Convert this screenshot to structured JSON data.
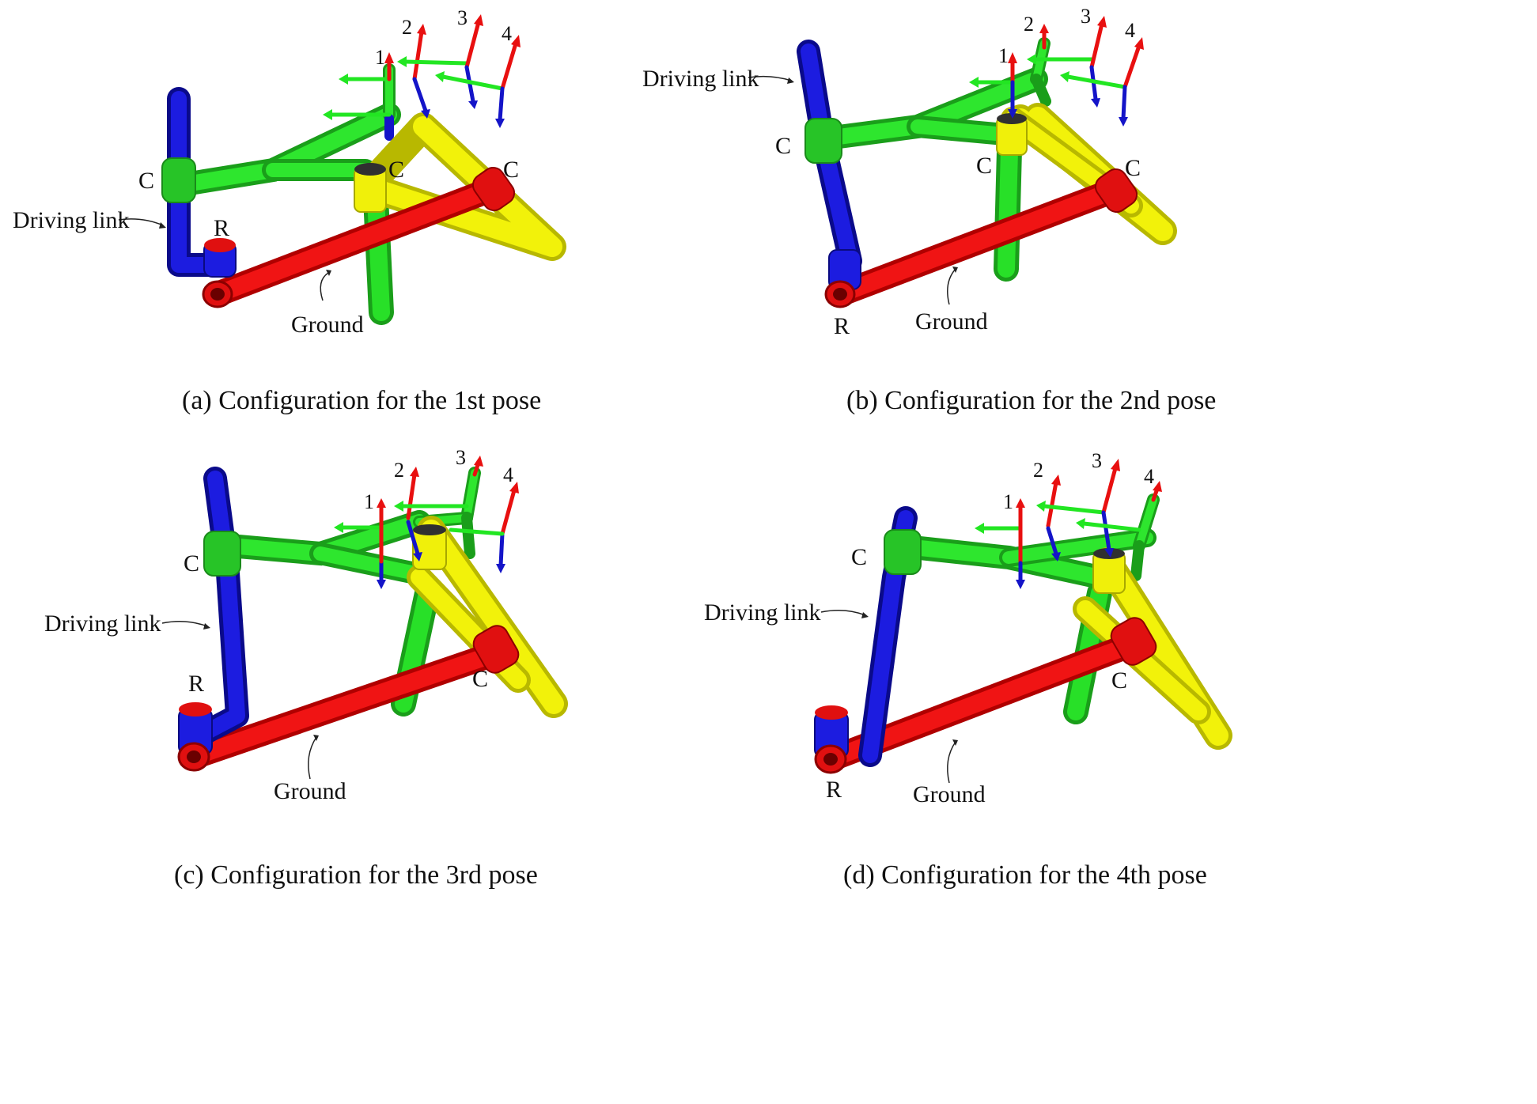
{
  "figure": {
    "panels": [
      {
        "caption": "(a) Configuration for the 1st pose",
        "driving_label": "Driving link",
        "ground_label": "Ground",
        "joint_r": "R",
        "joint_c1": "C",
        "joint_c2": "C",
        "joint_c3": "C",
        "frames": [
          "1",
          "2",
          "3",
          "4"
        ]
      },
      {
        "caption": "(b) Configuration for the 2nd pose",
        "driving_label": "Driving link",
        "ground_label": "Ground",
        "joint_r": "R",
        "joint_c1": "C",
        "joint_c2": "C",
        "joint_c3": "C",
        "frames": [
          "1",
          "2",
          "3",
          "4"
        ]
      },
      {
        "caption": "(c) Configuration for the 3rd pose",
        "driving_label": "Driving link",
        "ground_label": "Ground",
        "joint_r": "R",
        "joint_c1": "C",
        "joint_c3": "C",
        "frames": [
          "1",
          "2",
          "3",
          "4"
        ]
      },
      {
        "caption": "(d) Configuration for the 4th pose",
        "driving_label": "Driving link",
        "ground_label": "Ground",
        "joint_r": "R",
        "joint_c1": "C",
        "joint_c3": "C",
        "frames": [
          "1",
          "2",
          "3",
          "4"
        ]
      }
    ],
    "colors": {
      "driving_link": "#1414c8",
      "ground_link": "#e81010",
      "coupler": "#22e622",
      "follower": "#f2f20a",
      "axis_x": "#e81010",
      "axis_y": "#22e622",
      "axis_z": "#1414c8"
    }
  }
}
